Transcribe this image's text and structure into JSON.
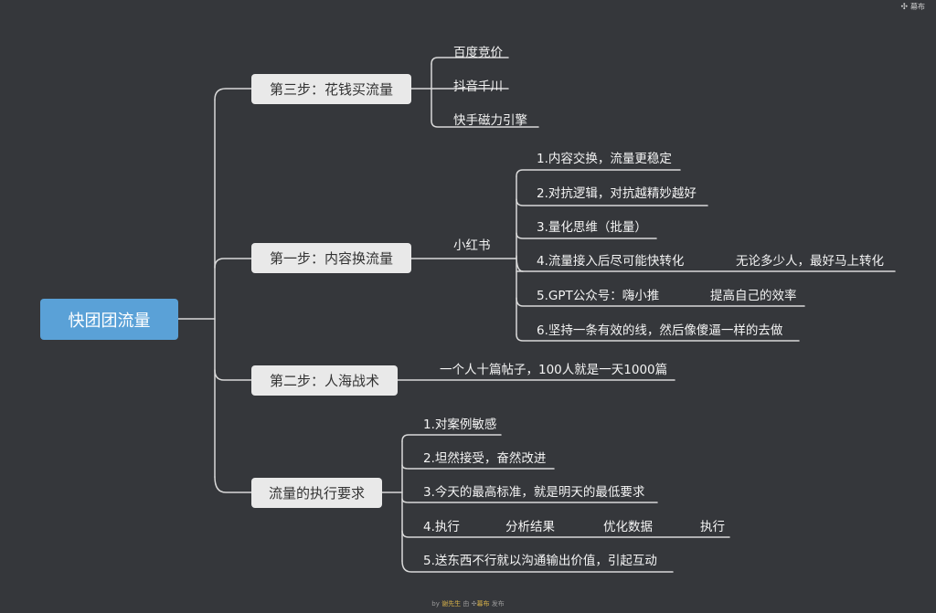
{
  "brand": {
    "icon": "mubu-logo-icon",
    "label": "幕布"
  },
  "root": {
    "label": "快团团流量"
  },
  "branches": [
    {
      "label": "第三步：花钱买流量",
      "children": [
        "百度竞价",
        "抖音千川",
        "快手磁力引擎"
      ]
    },
    {
      "label": "第一步：内容换流量",
      "sub_label": "小红书",
      "children": [
        {
          "text": "1.内容交换，流量更稳定"
        },
        {
          "text": "2.对抗逻辑，对抗越精妙越好"
        },
        {
          "text": "3.量化思维（批量）"
        },
        {
          "text": "4.流量接入后尽可能快转化",
          "note": "无论多少人，最好马上转化"
        },
        {
          "text": "5.GPT公众号：嗨小推",
          "note": "提高自己的效率"
        },
        {
          "text": "6.坚持一条有效的线，然后像傻逼一样的去做"
        }
      ]
    },
    {
      "label": "第二步：人海战术",
      "children": [
        "一个人十篇帖子，100人就是一天1000篇"
      ]
    },
    {
      "label": "流量的执行要求",
      "children": [
        {
          "text": "1.对案例敏感"
        },
        {
          "text": "2.坦然接受，奋然改进"
        },
        {
          "text": "3.今天的最高标准，就是明天的最低要求"
        },
        {
          "text": "4.执行",
          "steps": [
            "分析结果",
            "优化数据",
            "执行"
          ]
        },
        {
          "text": "5.送东西不行就以沟通输出价值，引起互动"
        }
      ]
    }
  ],
  "footer": {
    "prefix": "by",
    "author": "谢先生",
    "middle": "由",
    "app": "幕布",
    "suffix": "发布"
  },
  "colors": {
    "background": "#35373b",
    "line": "#d9d9d9",
    "root": "#5aa1d7",
    "branch": "#e9e9e9"
  }
}
